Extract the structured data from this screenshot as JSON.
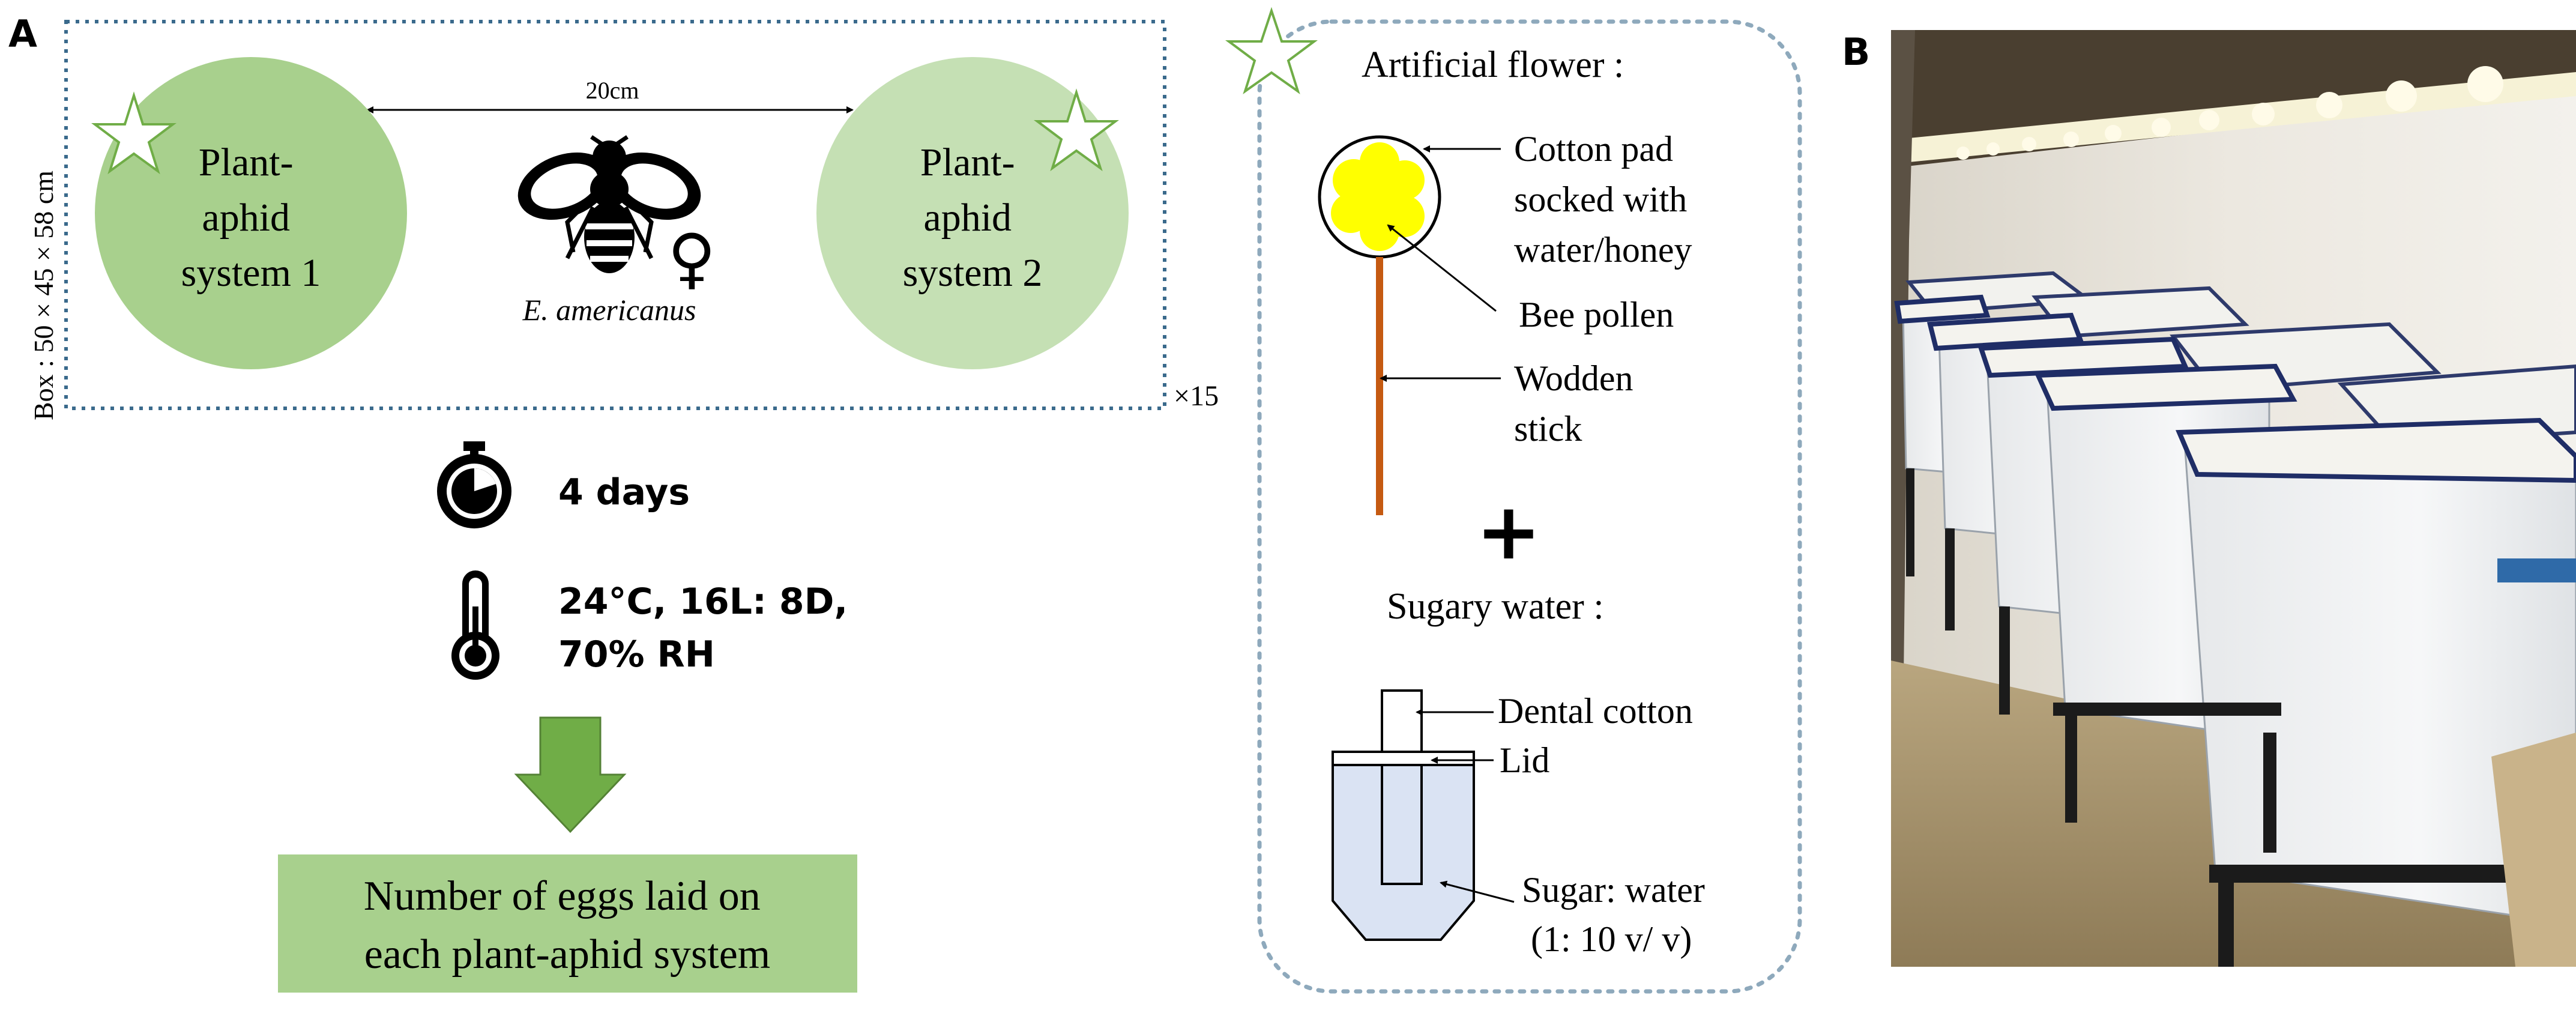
{
  "panel_labels": {
    "a": "A",
    "b": "B"
  },
  "setup": {
    "box_dimensions": "Box : 50 × 45 × 58 cm",
    "distance": "20cm",
    "replicates": "×15",
    "system1": [
      "Plant-",
      "aphid",
      "system 1"
    ],
    "system2": [
      "Plant-",
      "aphid",
      "system 2"
    ],
    "insect": "E. americanus",
    "female_symbol": "♀"
  },
  "conditions": {
    "duration": "4 days",
    "environment": [
      "24°C, 16L: 8D,",
      "70% RH"
    ]
  },
  "outcome": [
    "Number of eggs laid on",
    "each plant-aphid system"
  ],
  "artificial_flower": {
    "title": "Artificial flower :",
    "cotton_pad": [
      "Cotton pad",
      "socked with",
      "water/honey"
    ],
    "bee_pollen": "Bee pollen",
    "stick": [
      "Wodden",
      "stick"
    ]
  },
  "plus": "+",
  "sugary_water": {
    "title": "Sugary water :",
    "dental_cotton": "Dental cotton",
    "lid": "Lid",
    "mixture": [
      "Sugar: water",
      "(1: 10 v/ v)"
    ]
  },
  "colors": {
    "circle1": "#a8d08d",
    "circle2": "#c5e0b4",
    "outcome_box": "#a8d08d",
    "arrow": "#70ad47",
    "pollen": "#ffff00",
    "stick": "#c55a11",
    "flask_fill": "#dae3f3",
    "dotted_border": "#8ea9bc"
  }
}
